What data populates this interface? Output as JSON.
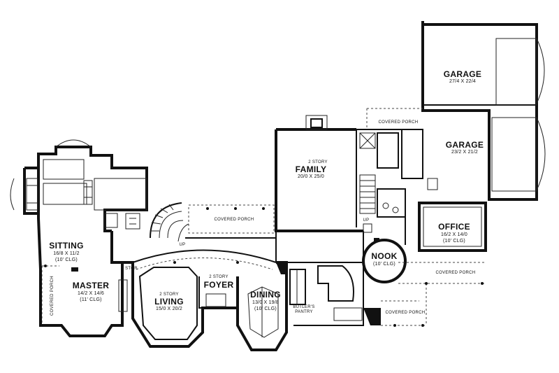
{
  "rooms": {
    "garage1": {
      "name": "GARAGE",
      "dims": "27/4 X 22/4"
    },
    "garage2": {
      "name": "GARAGE",
      "dims": "23/2 X 21/2"
    },
    "family": {
      "prefix": "2 STORY",
      "name": "FAMILY",
      "dims": "20/0 X 25/0"
    },
    "office": {
      "name": "OFFICE",
      "dims": "16/2 X 14/0",
      "clg": "(10' CLG)"
    },
    "nook": {
      "name": "NOOK",
      "clg": "(10' CLG)"
    },
    "sitting": {
      "name": "SITTING",
      "dims": "16/8 X 11/2",
      "clg": "(10' CLG)"
    },
    "master": {
      "name": "MASTER",
      "dims": "14/2 X 14/6",
      "clg": "(11' CLG)"
    },
    "living": {
      "prefix": "2 STORY",
      "name": "LIVING",
      "dims": "15/0 X 20/2"
    },
    "foyer": {
      "prefix": "2 STORY",
      "name": "FOYER"
    },
    "dining": {
      "name": "DINING",
      "dims": "13/0 X 19/8",
      "clg": "(10' CLG)"
    }
  },
  "annotations": {
    "covered_porch": "COVERED PORCH",
    "butlers": "BUTLER'S",
    "pantry": "PANTRY",
    "stor": "STOR",
    "up": "UP"
  }
}
